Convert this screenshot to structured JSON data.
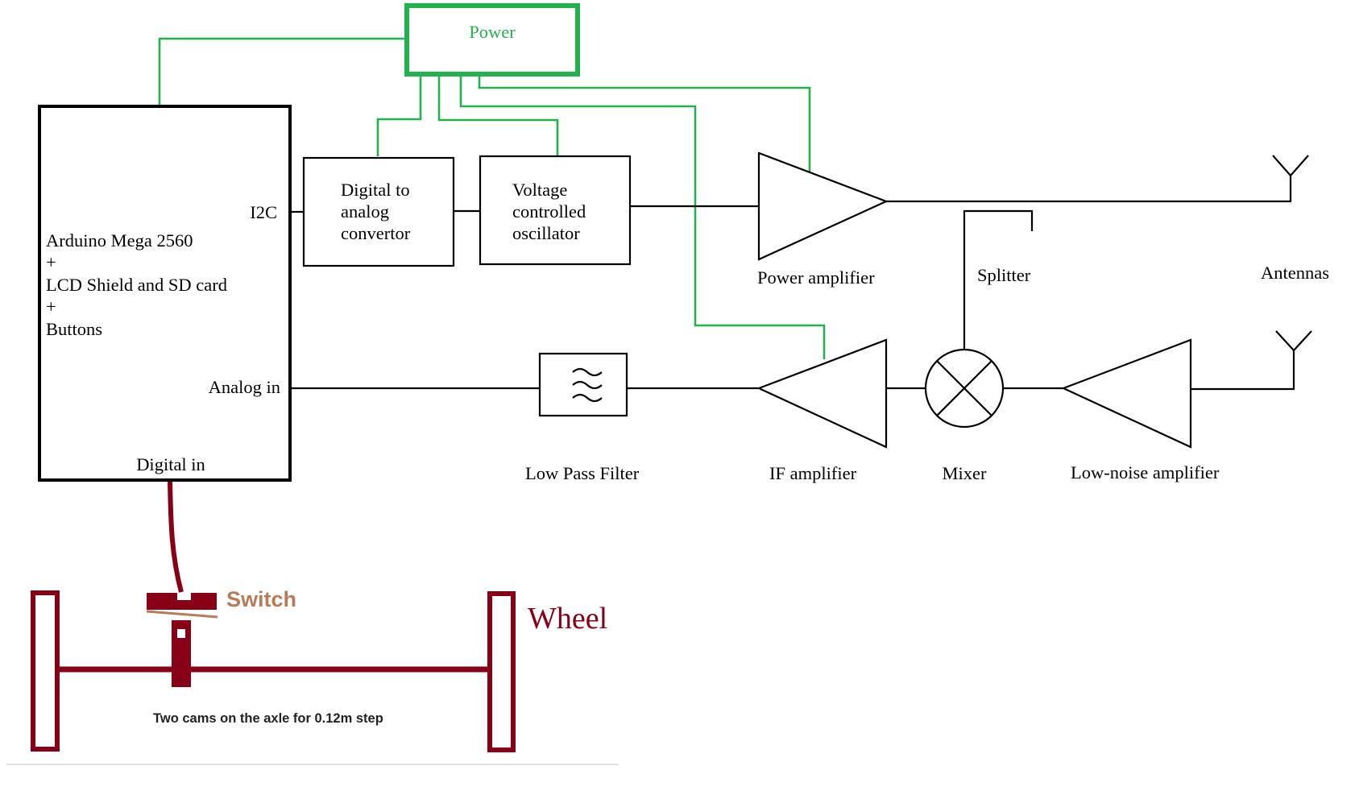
{
  "blocks": {
    "power": "Power",
    "arduino_lines": [
      "Arduino Mega 2560",
      "+",
      "LCD Shield and SD card",
      "+",
      "Buttons"
    ],
    "dac_lines": [
      "Digital to",
      "analog",
      "convertor"
    ],
    "vco_lines": [
      "Voltage",
      "controlled",
      "oscillator"
    ],
    "power_amplifier": "Power amplifier",
    "splitter": "Splitter",
    "antennas": "Antennas",
    "low_pass_filter": "Low Pass Filter",
    "if_amplifier": "IF amplifier",
    "mixer": "Mixer",
    "low_noise_amplifier": "Low-noise amplifier"
  },
  "ports": {
    "i2c": "I2C",
    "analog_in": "Analog in",
    "digital_in": "Digital in"
  },
  "mechanics": {
    "switch": "Switch",
    "wheel": "Wheel",
    "caption": "Two cams on the axle for 0.12m step"
  },
  "colors": {
    "power_lines": "#22b14c",
    "mechanical": "#880015",
    "switch_label": "#b97a57",
    "wires": "#000000"
  }
}
